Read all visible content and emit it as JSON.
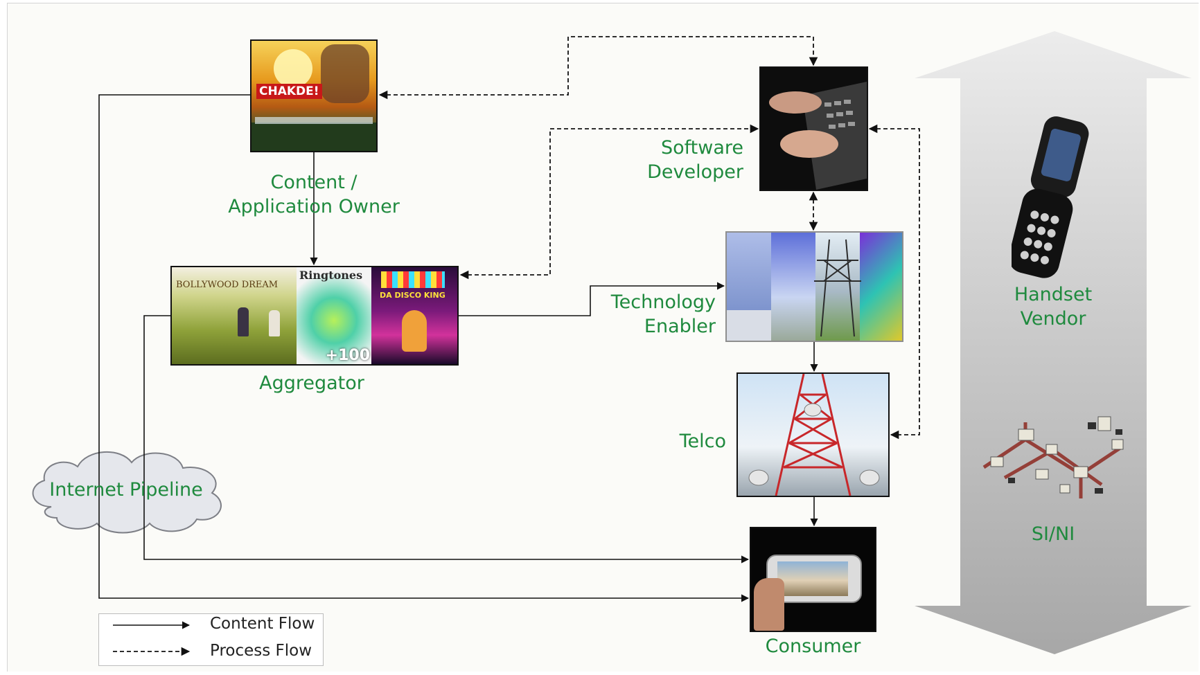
{
  "nodes": {
    "content_owner": {
      "label_line1": "Content /",
      "label_line2": "Application Owner",
      "poster_text": "CHAKDE!"
    },
    "software_developer": {
      "label_line1": "Software",
      "label_line2": "Developer"
    },
    "aggregator": {
      "label": "Aggregator",
      "tile1_text": "BOLLYWOOD DREAM",
      "tile2_text": "Ringtones",
      "tile2_count": "+100",
      "tile3_text": "DA DISCO KING"
    },
    "technology_enabler": {
      "label_line1": "Technology",
      "label_line2": "Enabler"
    },
    "telco": {
      "label": "Telco"
    },
    "consumer": {
      "label": "Consumer"
    },
    "internet_pipeline": {
      "label": "Internet Pipeline"
    },
    "handset_vendor": {
      "label_line1": "Handset",
      "label_line2": "Vendor"
    },
    "si_ni": {
      "label": "SI/NI"
    }
  },
  "legend": {
    "content_flow": "Content Flow",
    "process_flow": "Process Flow"
  },
  "colors": {
    "label_green": "#1f8a3e",
    "arrow_gray": "#bdbdbd",
    "line": "#111111"
  }
}
